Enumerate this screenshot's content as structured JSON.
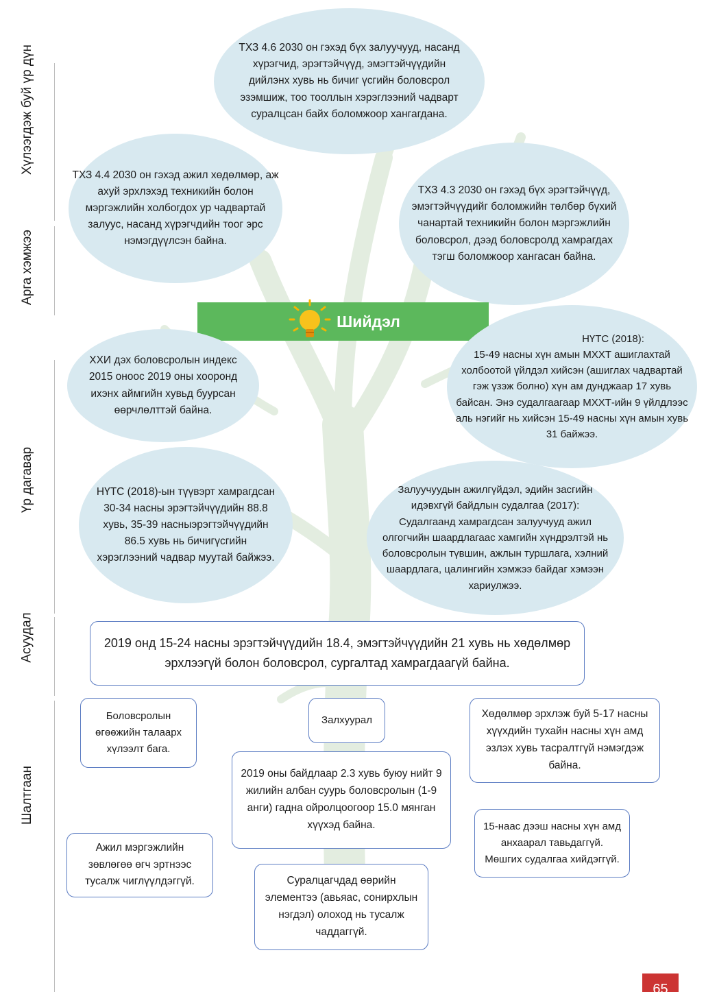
{
  "side_labels": {
    "outcome": "Хүлээгдэж буй үр дүн",
    "method": "Арга хэмжээ",
    "consequence": "Үр дагавар",
    "problem": "Асуудал",
    "cause": "Шалтгаан"
  },
  "goals": {
    "tz46": "ТХЗ 4.6 2030 он гэхэд бүх залуучууд, насанд хүрэгчид, эрэгтэйчүүд, эмэгтэйчүүдийн дийлэнх хувь нь бичиг үсгийн боловсрол эзэмшиж, тоо тооллын хэрэглээний чадварт суралцсан байх боломжоор хангагдана.",
    "tz44": "ТХЗ 4.4 2030 он гэхэд ажил хөдөлмөр, аж ахуй эрхлэхэд техникийн болон мэргэжлийн холбогдох ур чадвартай залуус, насанд хүрэгчдийн тоог эрс нэмэгдүүлсэн байна.",
    "tz43": "ТХЗ 4.3 2030 он гэхэд бүх эрэгтэйчүүд, эмэгтэйчүүдийг боломжийн төлбөр бүхий чанартай техникийн болон мэргэжлийн боловсрол, дээд боловсролд хамрагдах тэгш боломжоор хангасан байна."
  },
  "banner": {
    "title": "Шийдэл",
    "icon": "lightbulb-icon"
  },
  "consequences": {
    "index": "ХХИ дэх боловсролын индекс 2015 оноос 2019 оны хооронд ихэнх аймгийн хувьд буурсан өөрчлөлттэй байна.",
    "nyts_head": "НҮТС (2018):",
    "nyts_body": "15-49 насны хүн амын МХХТ ашиглахтай холбоотой үйлдэл хийсэн (ашиглах чадвартай гэж үзэж болно) хүн ам дунджаар 17 хувь байсан. Энэ судалгаагаар МХХТ-ийн 9 үйлдлээс аль нэгийг нь хийсэн 15-49 насны хүн амын хувь 31 байжээ.",
    "nyts2": "НҮТС (2018)-ын түүвэрт хамрагдсан 30-34 насны эрэгтэйчүүдийн 88.8 хувь, 35-39 насныэрэгтэйчүүдийн 86.5 хувь нь бичигүсгийн хэрэглээний чадвар муутай байжээ.",
    "youth": "Залуучуудын ажилгүйдэл, эдийн засгийн идэвхгүй байдлын судалгаа (2017): Судалгаанд хамрагдсан залуучууд ажил олгогчийн шаардлагаас хамгийн хүндрэлтэй нь боловсролын түвшин, ажлын туршлага, хэлний шаардлага, цалингийн хэмжээ байдаг хэмээн хариулжээ."
  },
  "problem": "2019 онд 15-24 насны эрэгтэйчүүдийн 18.4, эмэгтэйчүүдийн 21 хувь нь хөдөлмөр эрхлээгүй болон боловсрол, сургалтад хамрагдаагүй байна.",
  "causes": {
    "education_value": "Боловсролын өгөөжийн талаарх хүлээлт бага.",
    "migration": "Залхуурал",
    "child_labor": "Хөдөлмөр эрхлэж буй 5-17 насны хүүхдийн тухайн насны хүн амд эзлэх хувь тасралтгүй нэмэгдэж байна.",
    "out_of_school": "2019 оны байдлаар 2.3 хувь буюу нийт 9 жилийн албан суурь боловсролын (1-9 анги) гадна ойролцоогоор 15.0 мянган хүүхэд байна.",
    "adults": "15-наас дээш насны хүн амд анхаарал тавьдаггүй. Мөшгих судалгаа хийдэггүй.",
    "career": "Ажил мэргэжлийн зөвлөгөө өгч эртнээс тусалж чиглүүлдэггүй.",
    "students": "Суралцагчдад өөрийн элементээ (авьяас, сонирхлын нэгдэл) олоход нь тусалж чаддаггүй."
  },
  "page_number": "65",
  "colors": {
    "ellipse": "#d8e9f0",
    "banner": "#5cb85c",
    "border": "#5a7bc2",
    "page": "#cc3433"
  }
}
